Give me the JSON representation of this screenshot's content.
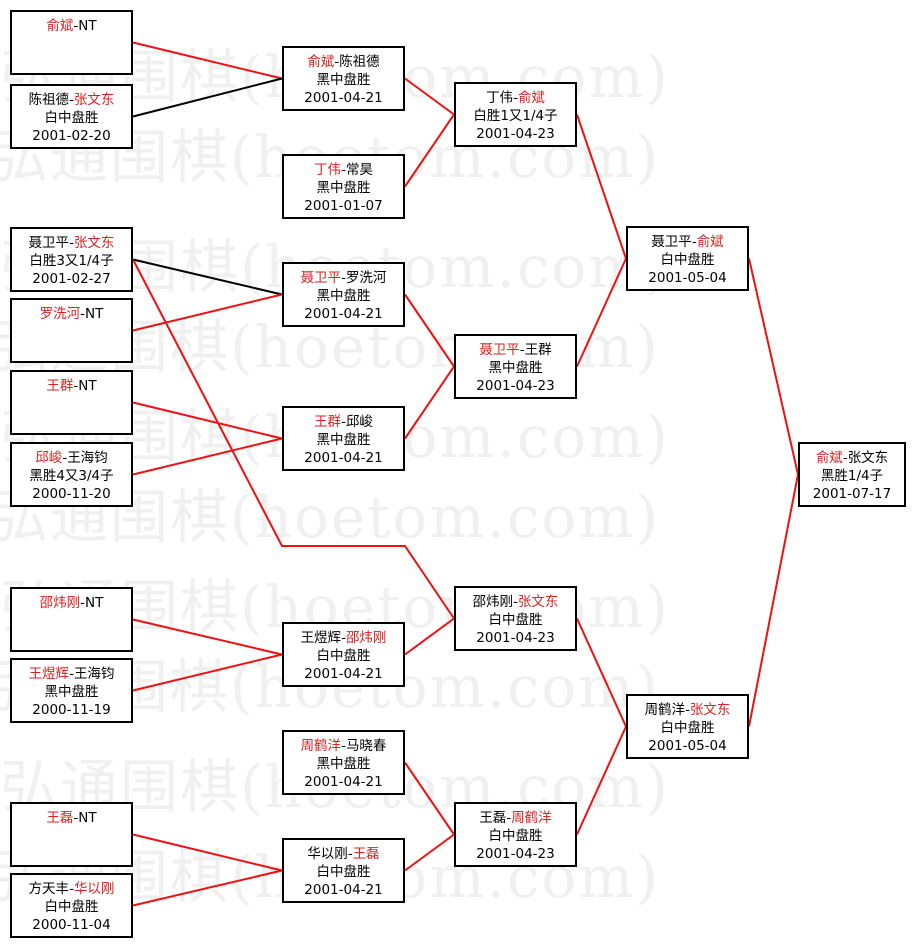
{
  "watermark_text": "弘通围棋(hoetom.com)",
  "colors": {
    "win_line": "#ee1111",
    "loss_line": "#000000",
    "winner_text": "#dd2222"
  },
  "boxes": [
    {
      "id": "r1a",
      "p1": "俞斌",
      "p2": "NT",
      "winner": 1,
      "result": "",
      "date": ""
    },
    {
      "id": "r1b",
      "p1": "陈祖德",
      "p2": "张文东",
      "winner": 2,
      "result": "白中盘胜",
      "date": "2001-02-20"
    },
    {
      "id": "r1c",
      "p1": "聂卫平",
      "p2": "张文东",
      "winner": 2,
      "result": "白胜3又1/4子",
      "date": "2001-02-27"
    },
    {
      "id": "r1d",
      "p1": "罗洗河",
      "p2": "NT",
      "winner": 1,
      "result": "",
      "date": ""
    },
    {
      "id": "r1e",
      "p1": "王群",
      "p2": "NT",
      "winner": 1,
      "result": "",
      "date": ""
    },
    {
      "id": "r1f",
      "p1": "邱峻",
      "p2": "王海钧",
      "winner": 1,
      "result": "黑胜4又3/4子",
      "date": "2000-11-20"
    },
    {
      "id": "r1g",
      "p1": "邵炜刚",
      "p2": "NT",
      "winner": 1,
      "result": "",
      "date": ""
    },
    {
      "id": "r1h",
      "p1": "王煜辉",
      "p2": "王海钧",
      "winner": 1,
      "result": "黑中盘胜",
      "date": "2000-11-19"
    },
    {
      "id": "r1i",
      "p1": "王磊",
      "p2": "NT",
      "winner": 1,
      "result": "",
      "date": ""
    },
    {
      "id": "r1j",
      "p1": "方天丰",
      "p2": "华以刚",
      "winner": 2,
      "result": "白中盘胜",
      "date": "2000-11-04"
    },
    {
      "id": "r2a",
      "p1": "俞斌",
      "p2": "陈祖德",
      "winner": 1,
      "result": "黑中盘胜",
      "date": "2001-04-21"
    },
    {
      "id": "r2b",
      "p1": "丁伟",
      "p2": "常昊",
      "winner": 1,
      "result": "黑中盘胜",
      "date": "2001-01-07"
    },
    {
      "id": "r2c",
      "p1": "聂卫平",
      "p2": "罗洗河",
      "winner": 1,
      "result": "黑中盘胜",
      "date": "2001-04-21"
    },
    {
      "id": "r2d",
      "p1": "王群",
      "p2": "邱峻",
      "winner": 1,
      "result": "黑中盘胜",
      "date": "2001-04-21"
    },
    {
      "id": "r2e",
      "p1": "王煜辉",
      "p2": "邵炜刚",
      "winner": 2,
      "result": "白中盘胜",
      "date": "2001-04-21"
    },
    {
      "id": "r2f",
      "p1": "周鹤洋",
      "p2": "马晓春",
      "winner": 1,
      "result": "黑中盘胜",
      "date": "2001-04-21"
    },
    {
      "id": "r2g",
      "p1": "华以刚",
      "p2": "王磊",
      "winner": 2,
      "result": "白中盘胜",
      "date": "2001-04-21"
    },
    {
      "id": "r3a",
      "p1": "丁伟",
      "p2": "俞斌",
      "winner": 2,
      "result": "白胜1又1/4子",
      "date": "2001-04-23"
    },
    {
      "id": "r3b",
      "p1": "聂卫平",
      "p2": "王群",
      "winner": 1,
      "result": "黑中盘胜",
      "date": "2001-04-23"
    },
    {
      "id": "r3c",
      "p1": "邵炜刚",
      "p2": "张文东",
      "winner": 2,
      "result": "白中盘胜",
      "date": "2001-04-23"
    },
    {
      "id": "r3d",
      "p1": "王磊",
      "p2": "周鹤洋",
      "winner": 2,
      "result": "白中盘胜",
      "date": "2001-04-23"
    },
    {
      "id": "r4a",
      "p1": "聂卫平",
      "p2": "俞斌",
      "winner": 2,
      "result": "白中盘胜",
      "date": "2001-05-04"
    },
    {
      "id": "r4b",
      "p1": "周鹤洋",
      "p2": "张文东",
      "winner": 2,
      "result": "白中盘胜",
      "date": "2001-05-04"
    },
    {
      "id": "final",
      "p1": "俞斌",
      "p2": "张文东",
      "winner": 1,
      "result": "黑胜1/4子",
      "date": "2001-07-17"
    }
  ]
}
